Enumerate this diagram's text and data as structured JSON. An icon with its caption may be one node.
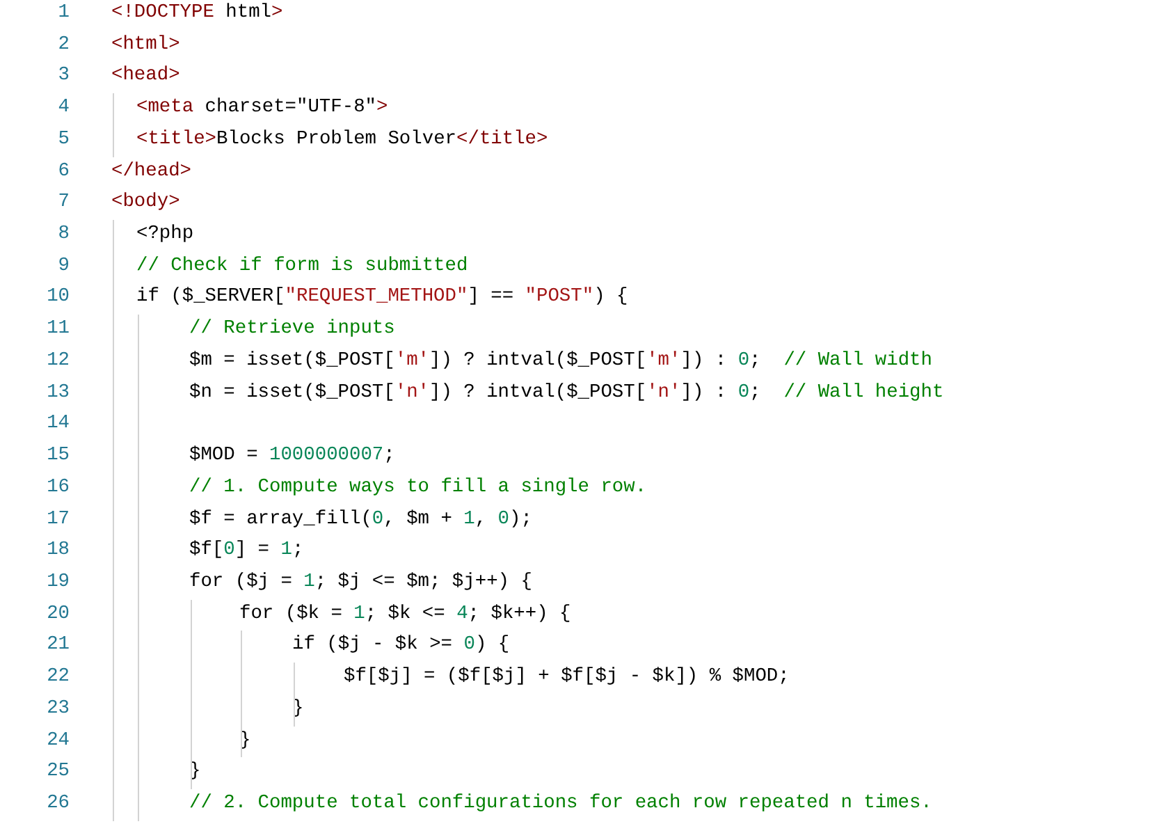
{
  "diagram": {
    "labels": [
      "1",
      "<!DOCTYPE html>",
      "2",
      "<html>",
      "3",
      "<head>",
      "4",
      "<meta charset=\"UTF-8\">",
      "5",
      "<title>Blocks Problem Solver</title>",
      "6",
      "</head>",
      "7",
      "<body>",
      "8",
      "<?php",
      "9",
      "// Check if form is submitted",
      "10",
      "if ($_SERVER[\"REQUEST_METHOD\"] == \"POST\") {",
      "11",
      "// Retrieve inputs",
      "12",
      "$m = isset($_POST['m']) ? intval($_POST['m']) : 0;  // Wall width",
      "13",
      "$n = isset($_POST['n']) ? intval($_POST['n']) : 0;  // Wall height",
      "14",
      "15",
      "$MOD = 1000000007;",
      "16",
      "// 1. Compute ways to fill a single row.",
      "17",
      "$f = array_fill(0, $m + 1, 0);",
      "18",
      "$f[0] = 1;",
      "19",
      "for ($j = 1; $j <= $m; $j++) {",
      "20",
      "for ($k = 1; $k <= 4; $k++) {",
      "21",
      "if ($j - $k >= 0) {",
      "22",
      "$f[$j] = ($f[$j] + $f[$j - $k]) % $MOD;",
      "23",
      "}",
      "24",
      "}",
      "25",
      "}",
      "26",
      "// 2. Compute total configurations for each row repeated n times."
    ]
  }
}
